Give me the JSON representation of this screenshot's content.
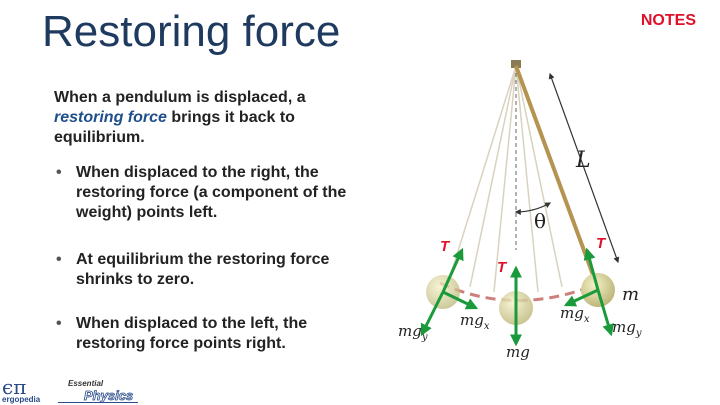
{
  "slide": {
    "title": "Restoring force",
    "notes_label": "NOTES",
    "intro": {
      "part1": "When a pendulum is displaced, a ",
      "highlight": "restoring force",
      "part2": " brings it back to equilibrium."
    },
    "bullets": [
      "When displaced to the right, the restoring force (a component of the weight) points left.",
      "At equilibrium the restoring force shrinks to zero.",
      "When displaced to the left, the restoring force points right."
    ],
    "bullet_symbol": "•"
  },
  "diagram": {
    "labels": {
      "length": "L",
      "angle": "θ",
      "mass": "m",
      "tension": "T",
      "weight": "mg",
      "mg_y_main": "mg",
      "mg_y_sub": "y",
      "mg_x_main": "mg",
      "mg_x_sub": "x"
    },
    "colors": {
      "arrow": "#1a9a3a",
      "tension_label": "#e0102a",
      "rod": "#b59350",
      "bob": "#d8d39a",
      "path": "#c0605a"
    }
  },
  "logo": {
    "mark": "ϵπ",
    "company": "ergopedia",
    "series_top": "Essential",
    "series_bottom": "Physics"
  }
}
